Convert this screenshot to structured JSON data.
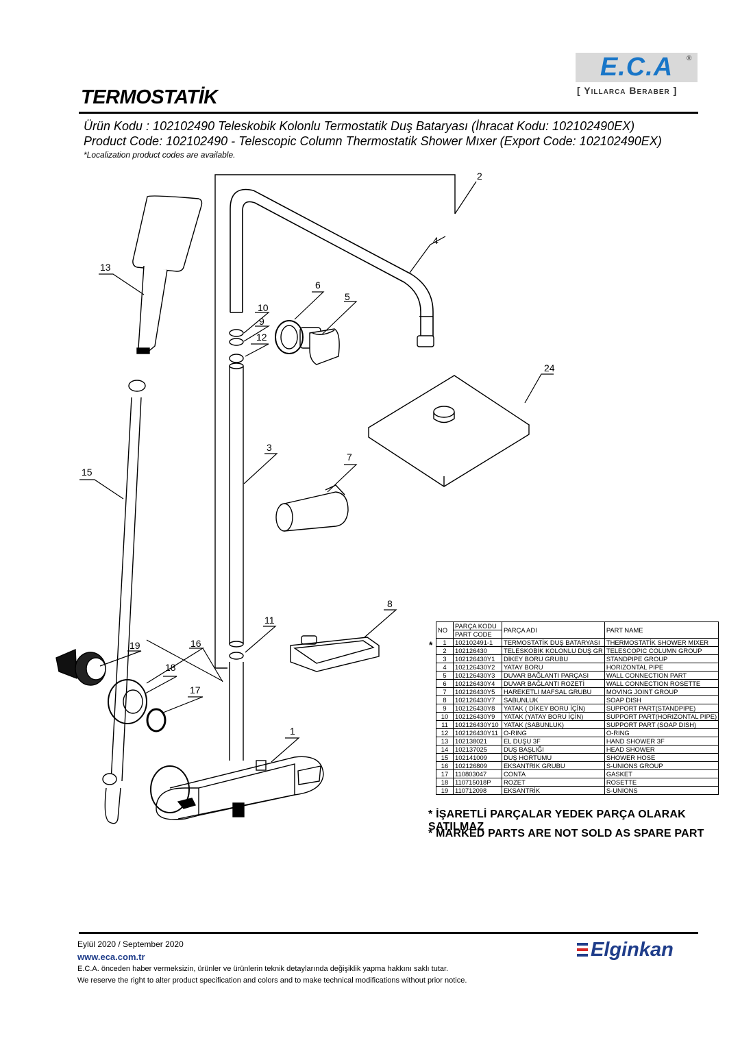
{
  "brand": {
    "logo_text": "E.C.A",
    "slogan": "[ Yıllarca Beraber ]",
    "colors": {
      "logo_blue": "#1976c8",
      "logo_bg": "#d9d9d9",
      "distributor_blue": "#1f3d8a",
      "distributor_red": "#d62828"
    }
  },
  "header": {
    "title": "TERMOSTATİK",
    "product_tr": "Ürün Kodu : 102102490 Teleskobik Kolonlu Termostatik Duş Bataryası (İhracat Kodu: 102102490EX)",
    "product_en": "Product Code: 102102490 - Telescopic Column Thermostatik Shower Mıxer (Export Code: 102102490EX)",
    "localization_note": "*Localization product codes are available."
  },
  "callouts": [
    "2",
    "4",
    "13",
    "6",
    "5",
    "10",
    "9",
    "12",
    "24",
    "3",
    "7",
    "15",
    "8",
    "11",
    "19",
    "16",
    "18",
    "17",
    "1"
  ],
  "table": {
    "headers": {
      "no": "NO",
      "code_tr": "PARÇA KODU",
      "code_en": "PART CODE",
      "name_tr": "PARÇA ADI",
      "name_en": "PART NAME"
    },
    "star": "*",
    "rows": [
      {
        "no": "1",
        "code": "102102491-1",
        "tr": "TERMOSTATİK DUŞ BATARYASI",
        "en": "THERMOSTATİK SHOWER MIXER"
      },
      {
        "no": "2",
        "code": "102126430",
        "tr": "TELESKOBİK KOLONLU DUŞ GR",
        "en": "TELESCOPIC COLUMN GROUP"
      },
      {
        "no": "3",
        "code": "102126430Y1",
        "tr": "DİKEY BORU GRUBU",
        "en": "STANDPIPE GROUP"
      },
      {
        "no": "4",
        "code": "102126430Y2",
        "tr": "YATAY BORU",
        "en": "HORIZONTAL PIPE"
      },
      {
        "no": "5",
        "code": "102126430Y3",
        "tr": "DUVAR BAĞLANTI PARÇASI",
        "en": "WALL CONNECTION PART"
      },
      {
        "no": "6",
        "code": "102126430Y4",
        "tr": "DUVAR BAĞLANTI ROZETİ",
        "en": "WALL CONNECTION ROSETTE"
      },
      {
        "no": "7",
        "code": "102126430Y5",
        "tr": "HAREKETLİ MAFSAL GRUBU",
        "en": "MOVING JOINT GROUP"
      },
      {
        "no": "8",
        "code": "102126430Y7",
        "tr": "SABUNLUK",
        "en": "SOAP DISH"
      },
      {
        "no": "9",
        "code": "102126430Y8",
        "tr": "YATAK ( DİKEY BORU İÇİN)",
        "en": "SUPPORT PART(STANDPIPE)"
      },
      {
        "no": "10",
        "code": "102126430Y9",
        "tr": "YATAK (YATAY BORU İÇİN)",
        "en": "SUPPORT PART(HORIZONTAL PIPE)"
      },
      {
        "no": "11",
        "code": "102126430Y10",
        "tr": "YATAK (SABUNLUK)",
        "en": "SUPPORT PART (SOAP DISH)"
      },
      {
        "no": "12",
        "code": "102126430Y11",
        "tr": "O-RING",
        "en": "O-RING"
      },
      {
        "no": "13",
        "code": "102138021",
        "tr": "EL DUŞU 3F",
        "en": "HAND SHOWER 3F"
      },
      {
        "no": "14",
        "code": "102137025",
        "tr": "DUŞ BAŞLIĞI",
        "en": "HEAD SHOWER"
      },
      {
        "no": "15",
        "code": "102141009",
        "tr": "DUŞ HORTUMU",
        "en": "SHOWER HOSE"
      },
      {
        "no": "16",
        "code": "102126809",
        "tr": "EKSANTRİK GRUBU",
        "en": "S-UNIONS GROUP"
      },
      {
        "no": "17",
        "code": "110803047",
        "tr": "CONTA",
        "en": "GASKET"
      },
      {
        "no": "18",
        "code": "110715018P",
        "tr": "ROZET",
        "en": "ROSETTE"
      },
      {
        "no": "19",
        "code": "110712098",
        "tr": "EKSANTRİK",
        "en": "S-UNIONS"
      }
    ]
  },
  "notices": {
    "tr": "* İŞARETLİ PARÇALAR YEDEK PARÇA OLARAK SATILMAZ",
    "en": "* MARKED PARTS ARE NOT SOLD AS SPARE PART"
  },
  "footer": {
    "date": "Eylül 2020 / September 2020",
    "website": "www.eca.com.tr",
    "disclaimer_tr": "E.C.A. önceden haber vermeksizin, ürünler ve ürünlerin teknik detaylarında değişiklik yapma hakkını saklı tutar.",
    "disclaimer_en": "We reserve the right to alter product specification and colors and to make technical modifications without prior notice.",
    "distributor": "Elginkan"
  }
}
